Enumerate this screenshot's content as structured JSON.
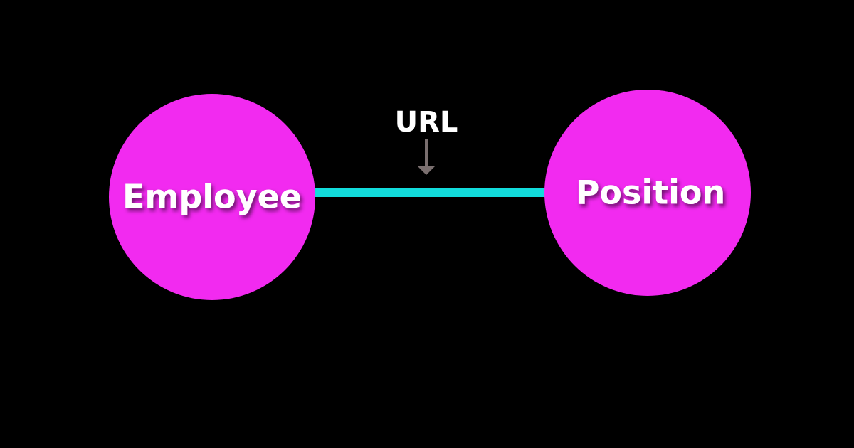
{
  "nodes": [
    {
      "id": "employee",
      "label": "Employee"
    },
    {
      "id": "position",
      "label": "Position"
    }
  ],
  "edge": {
    "from": "employee",
    "to": "position",
    "label": "URL"
  },
  "colors": {
    "background": "#000000",
    "node_fill": "#f22af0",
    "edge": "#12dcdc",
    "arrow": "#7a6f6f",
    "text": "#ffffff"
  },
  "icons": {
    "edge_pointer": "arrow-down-icon"
  }
}
